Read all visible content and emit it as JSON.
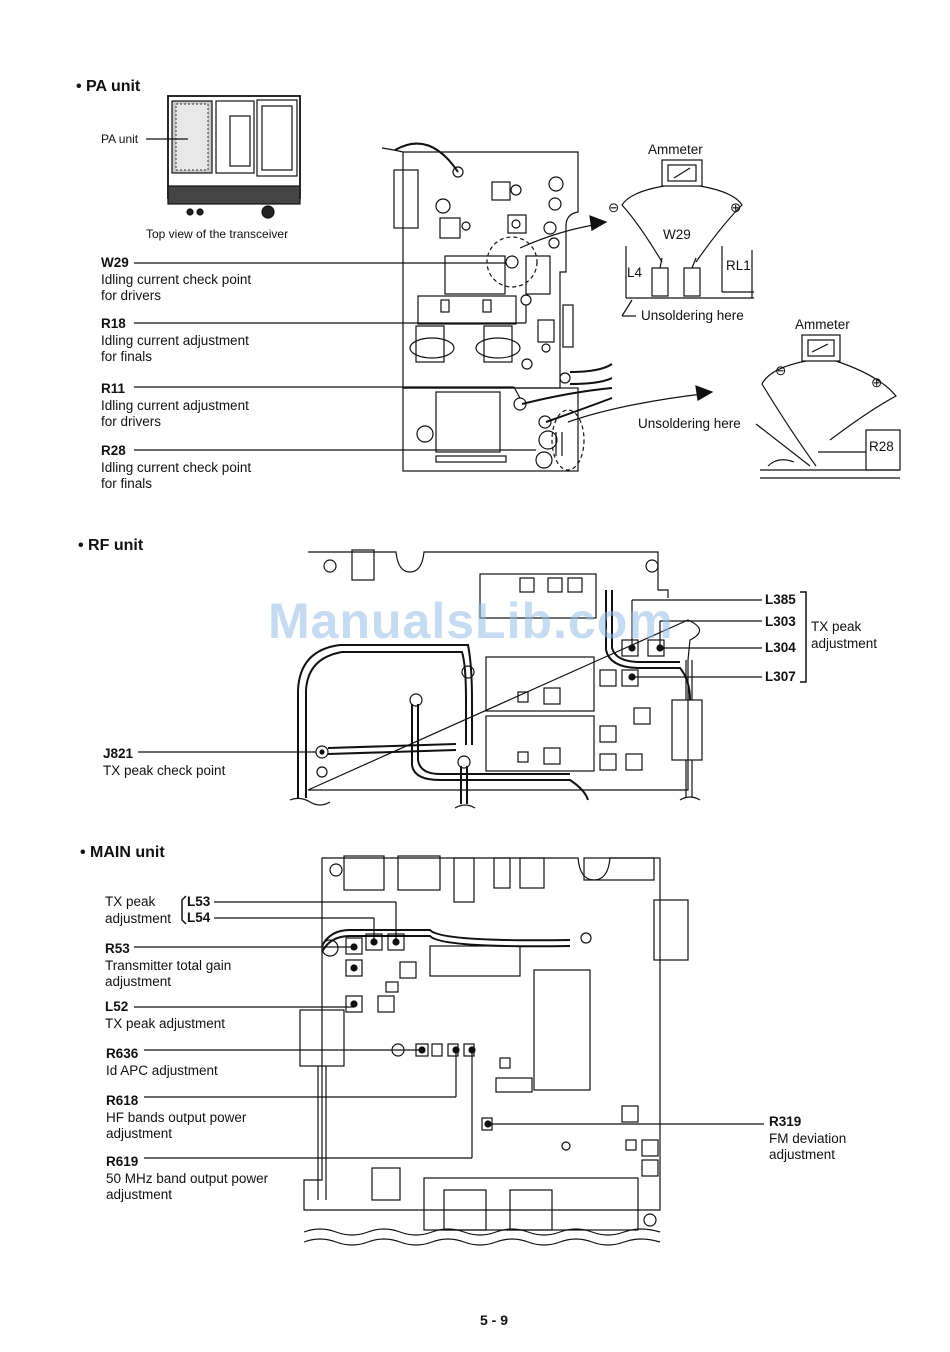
{
  "watermark": "ManualsLib.com",
  "page_number": "5 - 9",
  "pa": {
    "title": "• PA unit",
    "pa_unit_label": "PA unit",
    "top_view_caption": "Top view of the transceiver",
    "w29": {
      "id": "W29",
      "desc": [
        "Idling current check point",
        "for drivers"
      ]
    },
    "r18": {
      "id": "R18",
      "desc": [
        "Idling current adjustment",
        "for finals"
      ]
    },
    "r11": {
      "id": "R11",
      "desc": [
        "Idling current adjustment",
        "for drivers"
      ]
    },
    "r28": {
      "id": "R28",
      "desc": [
        "Idling current check point",
        "for finals"
      ]
    },
    "detail1": {
      "ammeter": "Ammeter",
      "w29": "W29",
      "l4": "L4",
      "rl1": "RL1",
      "minus": "⊖",
      "plus": "⊕",
      "unsolder": "Unsoldering here"
    },
    "detail2": {
      "ammeter": "Ammeter",
      "r28": "R28",
      "minus": "⊖",
      "plus": "⊕",
      "unsolder": "Unsoldering here"
    }
  },
  "rf": {
    "title": "• RF unit",
    "labels": [
      "L385",
      "L303",
      "L304",
      "L307"
    ],
    "group_label": [
      "TX peak",
      "adjustment"
    ],
    "j821": {
      "id": "J821",
      "desc": [
        "TX peak check point"
      ]
    }
  },
  "main": {
    "title": "• MAIN unit",
    "tx_peak_label": [
      "TX peak",
      "adjustment"
    ],
    "l53": "L53",
    "l54": "L54",
    "r53": {
      "id": "R53",
      "desc": [
        "Transmitter total gain",
        "adjustment"
      ]
    },
    "l52": {
      "id": "L52",
      "desc": [
        "TX peak adjustment"
      ]
    },
    "r636": {
      "id": "R636",
      "desc": [
        "Id APC adjustment"
      ]
    },
    "r618": {
      "id": "R618",
      "desc": [
        "HF bands output power",
        "adjustment"
      ]
    },
    "r619": {
      "id": "R619",
      "desc": [
        "50 MHz band output power",
        "adjustment"
      ]
    },
    "r319": {
      "id": "R319",
      "desc": [
        "FM deviation",
        "adjustment"
      ]
    }
  }
}
